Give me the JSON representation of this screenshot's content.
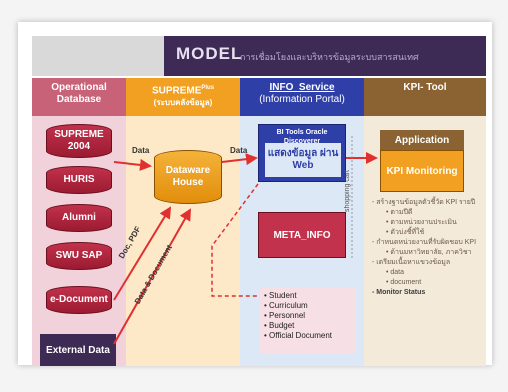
{
  "title": "MODEL",
  "subtitle": "การเชื่อมโยงและบริหารข้อมูลระบบสารสนเทศ",
  "columns": {
    "operational": "Operational Database",
    "supreme_title": "SUPREME",
    "supreme_tag": "Plus",
    "supreme_sub": "(ระบบคลังข้อมูล)",
    "info_title": "INFO_Service",
    "info_sub": "(Information Portal)",
    "kpi": "KPI- Tool"
  },
  "databases": [
    "SUPREME 2004",
    "HURIS",
    "Alumni",
    "SWU SAP",
    "e-Document"
  ],
  "external": "External Data",
  "warehouse": "Dataware House",
  "arrows": {
    "data1": "Data",
    "data2": "Data",
    "doc_pdf": "Doc, PDF",
    "data_doc": "Data & Document"
  },
  "bi": {
    "title": "BI Tools Oracle Discoverer",
    "body": "แสดงข้อมูล ผ่าน Web"
  },
  "meta": "META_INFO",
  "shopping": "shopping cart",
  "list": [
    "Student",
    "Curriculum",
    "Personnel",
    "Budget",
    "Official Document"
  ],
  "application": "Application",
  "kpi_monitor": "KPI Monitoring",
  "kpi_notes": [
    {
      "text": "- สร้างฐานข้อมูลตัวชี้วัด KPI รายปี",
      "indent": false,
      "bold": false
    },
    {
      "text": "• ตามปีดี",
      "indent": true,
      "bold": false
    },
    {
      "text": "• ตามหน่วยงานประเมิน",
      "indent": true,
      "bold": false
    },
    {
      "text": "• ตัวบ่งชี้ที่ใช้",
      "indent": true,
      "bold": false
    },
    {
      "text": "- กำหนดหน่วยงานที่รับผิดชอบ KPI",
      "indent": false,
      "bold": false
    },
    {
      "text": "• ด้านมหาวิทยาลัย, ภาควิชา",
      "indent": true,
      "bold": false
    },
    {
      "text": "- เตรียมเนื้อหาแขวงข้อมูล",
      "indent": false,
      "bold": false
    },
    {
      "text": "• data",
      "indent": true,
      "bold": false
    },
    {
      "text": "• document",
      "indent": true,
      "bold": false
    },
    {
      "text": "- Monitor Status",
      "indent": false,
      "bold": true
    }
  ],
  "colors": {
    "title_bg": "#3d2a55",
    "db_red": "#c2324c",
    "orange": "#f1a021",
    "blue": "#2f3fa8",
    "brown": "#8b6231"
  }
}
